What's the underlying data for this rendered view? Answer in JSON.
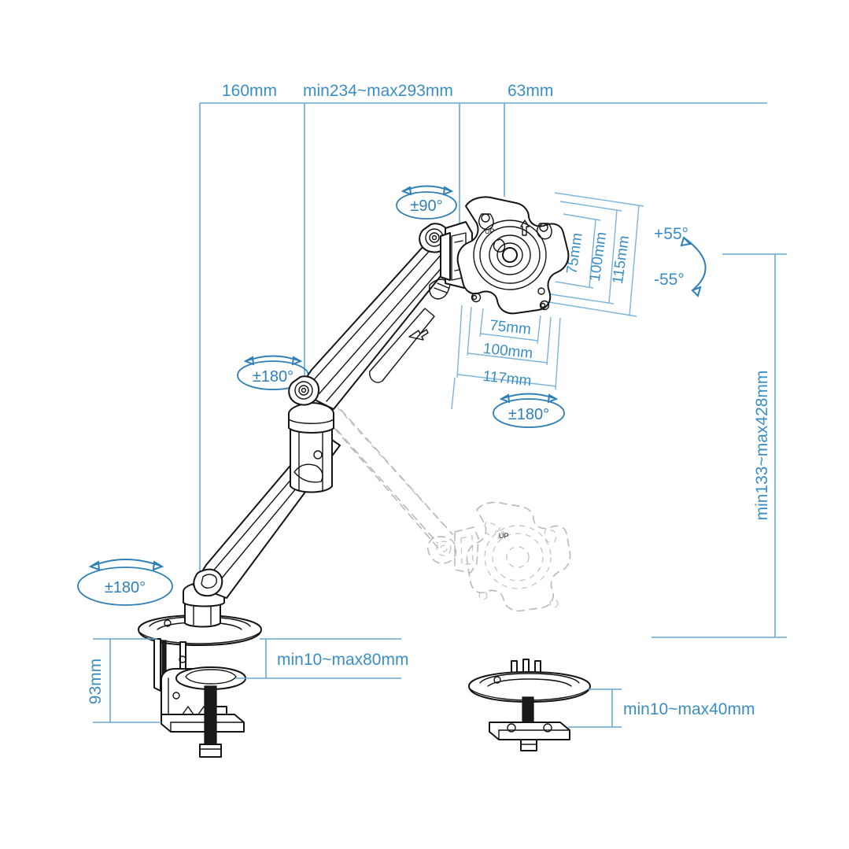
{
  "diagram": {
    "title": "Gas spring monitor arm dimension drawing",
    "accent_color": "#3b8ec4",
    "line_color": "#141414",
    "ghost_color": "#b9b9b9",
    "background": "#ffffff"
  },
  "top_dimensions": [
    {
      "id": "reach-base",
      "label": "160mm"
    },
    {
      "id": "extension-range",
      "label": "min234~max293mm"
    },
    {
      "id": "head-depth",
      "label": "63mm"
    }
  ],
  "vesa_vertical": [
    {
      "id": "vesa-v-75",
      "label": "75mm"
    },
    {
      "id": "vesa-v-100",
      "label": "100mm"
    },
    {
      "id": "vesa-v-115",
      "label": "115mm"
    }
  ],
  "vesa_horizontal": [
    {
      "id": "vesa-h-75",
      "label": "75mm"
    },
    {
      "id": "vesa-h-100",
      "label": "100mm"
    },
    {
      "id": "vesa-h-117",
      "label": "117mm"
    }
  ],
  "tilt": {
    "up_label": "+55°",
    "down_label": "-55°"
  },
  "rotation_badges": [
    {
      "id": "head-swivel",
      "label": "±90°"
    },
    {
      "id": "elbow-rotation",
      "label": "±180°"
    },
    {
      "id": "screen-rotation",
      "label": "±180°"
    },
    {
      "id": "base-rotation",
      "label": "±180°"
    }
  ],
  "height_range": {
    "label": "min133~max428mm"
  },
  "clamp": {
    "post_height_label": "93mm",
    "desk_thickness_label": "min10~max80mm"
  },
  "grommet": {
    "desk_thickness_label": "min10~max40mm"
  },
  "plate_marks": {
    "up_text": "UP"
  }
}
